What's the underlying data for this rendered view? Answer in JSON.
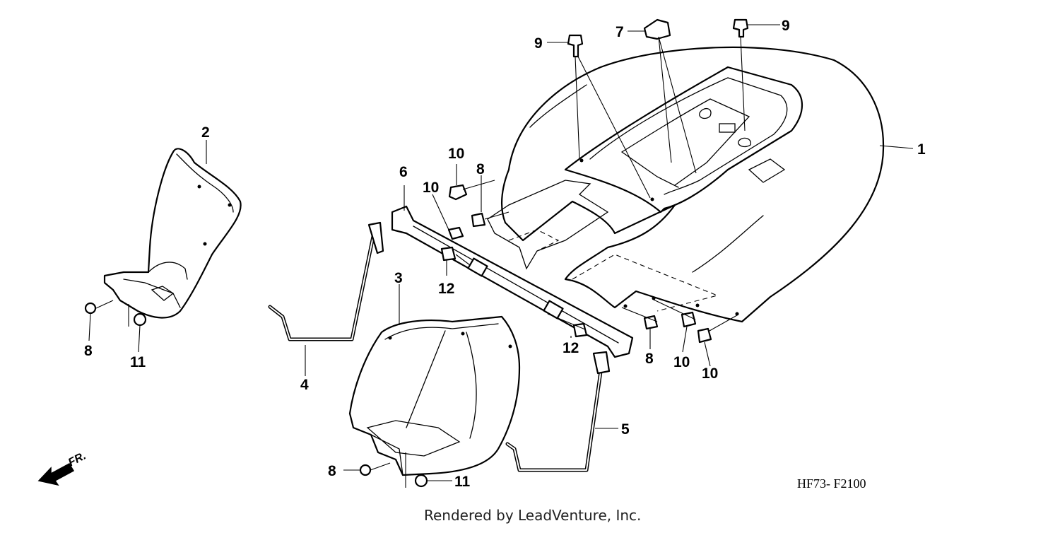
{
  "diagram": {
    "callouts": [
      {
        "id": "c1",
        "text": "1"
      },
      {
        "id": "c2",
        "text": "2"
      },
      {
        "id": "c3",
        "text": "3"
      },
      {
        "id": "c4",
        "text": "4"
      },
      {
        "id": "c5",
        "text": "5"
      },
      {
        "id": "c6",
        "text": "6"
      },
      {
        "id": "c7",
        "text": "7"
      },
      {
        "id": "c8a",
        "text": "8"
      },
      {
        "id": "c8b",
        "text": "8"
      },
      {
        "id": "c8c",
        "text": "8"
      },
      {
        "id": "c8d",
        "text": "8"
      },
      {
        "id": "c9a",
        "text": "9"
      },
      {
        "id": "c9b",
        "text": "9"
      },
      {
        "id": "c10a",
        "text": "10"
      },
      {
        "id": "c10b",
        "text": "10"
      },
      {
        "id": "c10c",
        "text": "10"
      },
      {
        "id": "c10d",
        "text": "10"
      },
      {
        "id": "c11a",
        "text": "11"
      },
      {
        "id": "c11b",
        "text": "11"
      },
      {
        "id": "c12a",
        "text": "12"
      },
      {
        "id": "c12b",
        "text": "12"
      }
    ],
    "front_indicator": "FR.",
    "figure_code": "HF73- F2100",
    "credit": "Rendered by LeadVenture, Inc."
  }
}
